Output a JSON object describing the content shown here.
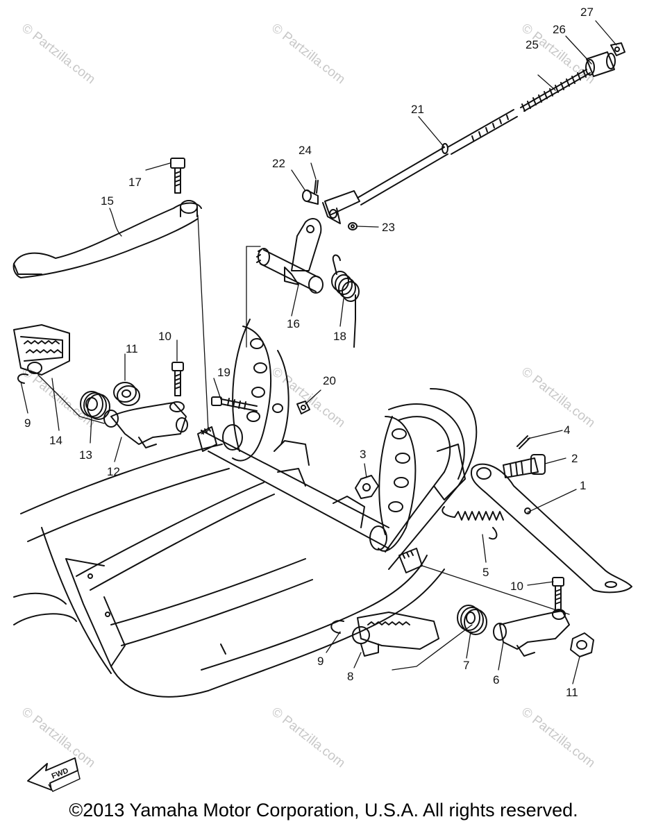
{
  "watermark": "© Partzilla.com",
  "fwd_label": "FWD",
  "copyright": "©2013 Yamaha Motor Corporation, U.S.A. All rights reserved.",
  "parts": {
    "p1": "1",
    "p2": "2",
    "p3": "3",
    "p4": "4",
    "p5": "5",
    "p6": "6",
    "p7": "7",
    "p8": "8",
    "p9a": "9",
    "p9b": "9",
    "p10a": "10",
    "p10b": "10",
    "p11a": "11",
    "p11b": "11",
    "p12": "12",
    "p13": "13",
    "p14": "14",
    "p15": "15",
    "p16": "16",
    "p17": "17",
    "p18": "18",
    "p19": "19",
    "p20": "20",
    "p21": "21",
    "p22": "22",
    "p23": "23",
    "p24": "24",
    "p25": "25",
    "p26": "26",
    "p27": "27"
  }
}
